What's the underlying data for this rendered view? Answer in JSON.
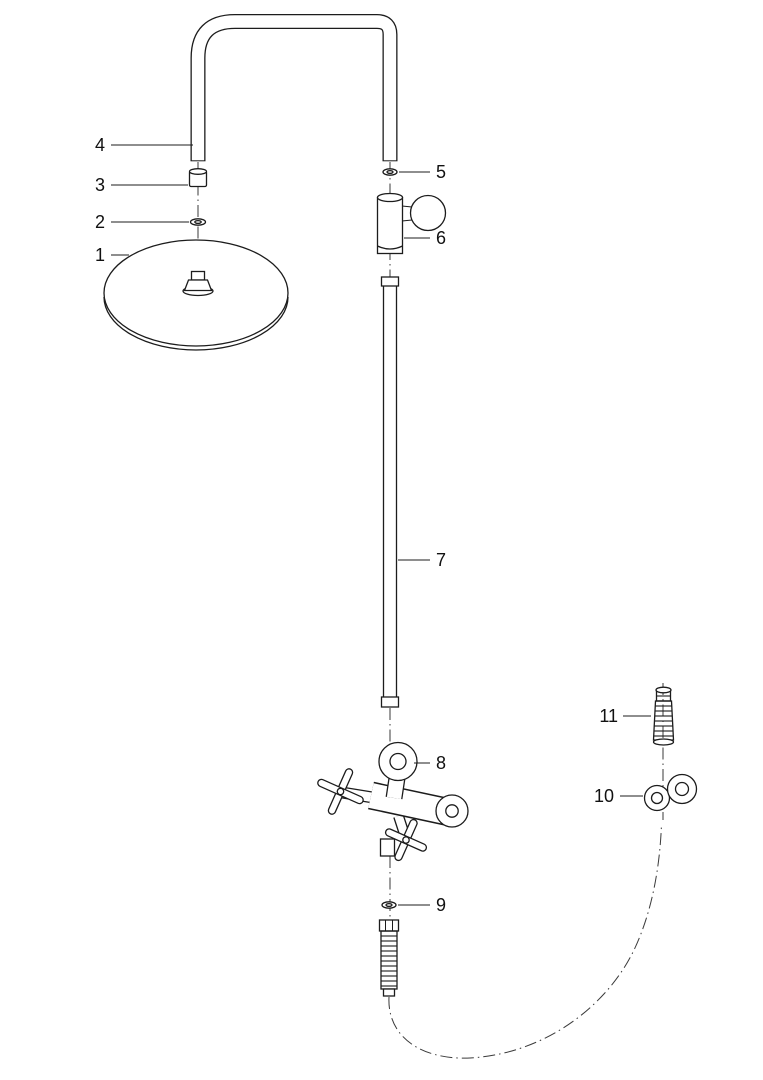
{
  "diagram": {
    "colors": {
      "line": "#1c1c1c",
      "centerline": "#3a3a3a",
      "background": "#ffffff"
    },
    "callouts": [
      {
        "label": "1"
      },
      {
        "label": "2"
      },
      {
        "label": "3"
      },
      {
        "label": "4"
      },
      {
        "label": "5"
      },
      {
        "label": "6"
      },
      {
        "label": "7"
      },
      {
        "label": "8"
      },
      {
        "label": "9"
      },
      {
        "label": "10"
      },
      {
        "label": "11"
      }
    ]
  }
}
